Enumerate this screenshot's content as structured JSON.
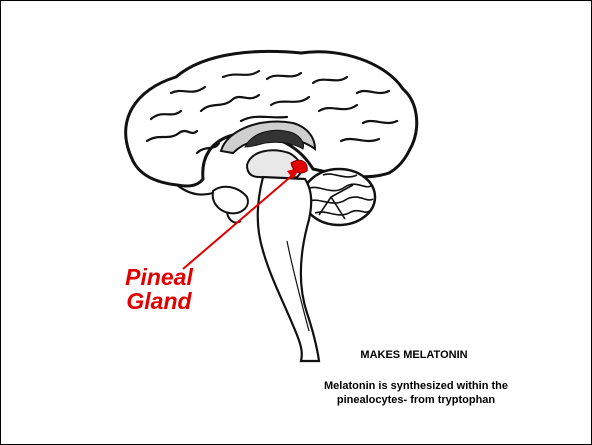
{
  "diagram": {
    "label_line1": "Pineal",
    "label_line2": "Gland",
    "label_color": "#e10000",
    "arrow_color": "#e10000"
  },
  "caption": {
    "heading": "MAKES MELATONIN",
    "body_line1": "Melatonin is synthesized within the",
    "body_line2": "pinealocytes- from tryptophan"
  }
}
